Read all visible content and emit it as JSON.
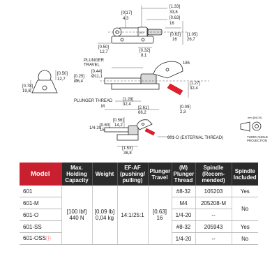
{
  "drawing": {
    "top_dims": [
      "[0.17]",
      "4,3",
      "[1.33]",
      "33,8",
      "[0.63]",
      "16",
      "[0.63]",
      "16",
      "[1.05]",
      "26,7",
      "[0.50]",
      "12,7",
      "[0.32]",
      "8,1"
    ],
    "side_dims": [
      "[0.50]",
      "12,7",
      "[0.78]",
      "19,8"
    ],
    "plunger_travel_label": "PLUNGER\nTRAVEL",
    "plunger_thread_label": "PLUNGER THREAD",
    "thread_m": "M",
    "mid_dims": [
      "[0.44]",
      "Ø11,1",
      "[0.25]",
      "Ø6,4",
      "185",
      "[1.27]",
      "32,4",
      "[1.28]",
      "32,4",
      "[2.61]",
      "66,2",
      "[0.09]",
      "2,3"
    ],
    "bottom_dims": [
      "[0.56]",
      "14,2",
      "[0.60]",
      "15,2",
      "1/4-20",
      "[1.53]",
      "38,8"
    ],
    "ext_thread_label": "601-O (EXTERNAL THREAD)",
    "units_label": "mm [INCH]",
    "projection_label": "THIRD ANGLE\nPROJECTION",
    "small_label": "100"
  },
  "table": {
    "headers": [
      "Model",
      "Max.\nHolding\nCapacity",
      "Weight",
      "EF-AF\n(pushing/\npulling)",
      "Plunger\nTravel",
      "(M)\nPlunger\nThread",
      "Spindle\n(Recom-\nmended)",
      "Spindle\nIncluded"
    ],
    "shared": {
      "capacity": "[100 lbf]\n440 N",
      "weight": "[0.09 lb]\n0,04 kg",
      "ratio": "14:1/25:1",
      "travel": "[0.63]\n16"
    },
    "rows": [
      {
        "model": "601",
        "thread": "#8-32",
        "spindle": "105203",
        "included": "Yes"
      },
      {
        "model": "601-M",
        "thread": "M4",
        "spindle": "205208-M",
        "included": "No"
      },
      {
        "model": "601-O",
        "thread": "1/4-20",
        "spindle": "--",
        "included": ""
      },
      {
        "model": "601-SS",
        "thread": "#8-32",
        "spindle": "205943",
        "included": "Yes"
      },
      {
        "model": "601-OSS",
        "thread": "1/4-20",
        "spindle": "--",
        "included": "No"
      }
    ],
    "warning_icon": "warning-circle-icon"
  }
}
